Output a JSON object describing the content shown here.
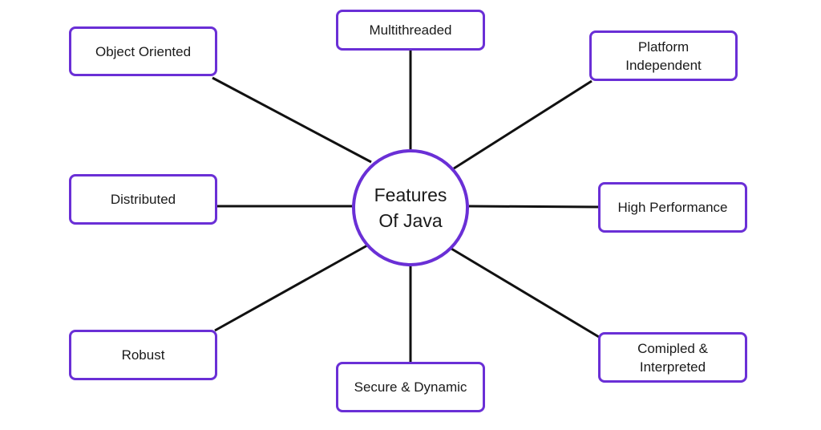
{
  "diagram": {
    "center": {
      "line1": "Features",
      "line2": "Of Java"
    },
    "nodes": {
      "object_oriented": {
        "lines": [
          "Object Oriented"
        ]
      },
      "multithreaded": {
        "lines": [
          "Multithreaded"
        ]
      },
      "platform_independent": {
        "lines": [
          "Platform",
          "Independent"
        ]
      },
      "distributed": {
        "lines": [
          "Distributed"
        ]
      },
      "high_performance": {
        "lines": [
          "High Performance"
        ]
      },
      "robust": {
        "lines": [
          "Robust"
        ]
      },
      "secure_dynamic": {
        "lines": [
          "Secure & Dynamic"
        ]
      },
      "compiled_interpreted": {
        "lines": [
          "Comipled &",
          "Interpreted"
        ]
      }
    },
    "colors": {
      "accent": "#6a2fd6",
      "line": "#111111",
      "text": "#1a1a1a",
      "background": "#ffffff"
    }
  }
}
